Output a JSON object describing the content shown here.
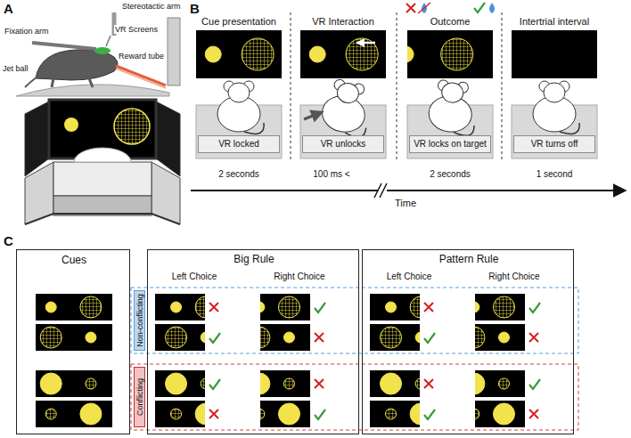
{
  "diagram": {
    "nodes": [
      {
        "text": [
          "VR locked"
        ]
      },
      {
        "text": [
          "VR unlocks"
        ]
      },
      {
        "text": [
          "VR locks on target"
        ]
      },
      {
        "text": [
          "VR turns off"
        ]
      },
      {
        "text": [
          "Cues"
        ]
      },
      {
        "text": [
          "Big Rule",
          "Left Choice",
          "Right Choice"
        ]
      },
      {
        "text": [
          "Pattern Rule",
          "Left Choice",
          "Right Choice"
        ]
      },
      {
        "text": [
          "Non-conflicting"
        ]
      },
      {
        "text": [
          "Conflicting"
        ]
      }
    ],
    "labels": [
      "A",
      "Fixation arm",
      "Stereotactic arm",
      "VR Screens",
      "Reward tube",
      "Jet ball",
      "B",
      "Cue presentation",
      "VR Interaction",
      "Outcome",
      "Intertrial interval",
      "2 seconds",
      "100 ms <",
      "2 seconds",
      "1 second",
      "Time",
      "C"
    ]
  }
}
